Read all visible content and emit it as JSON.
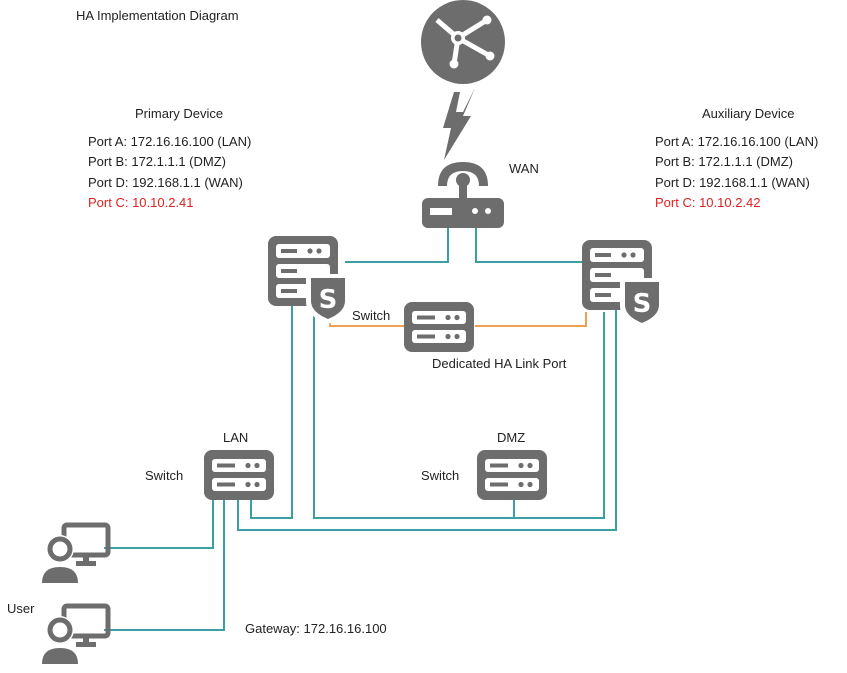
{
  "title": "HA Implementation Diagram",
  "primary": {
    "heading": "Primary Device",
    "ports": [
      "Port A: 172.16.16.100 (LAN)",
      "Port B: 172.1.1.1 (DMZ)",
      "Port D: 192.168.1.1 (WAN)"
    ],
    "ha_port": "Port C: 10.10.2.41"
  },
  "auxiliary": {
    "heading": "Auxiliary Device",
    "ports": [
      "Port A: 172.16.16.100 (LAN)",
      "Port B: 172.1.1.1 (DMZ)",
      "Port D: 192.168.1.1 (WAN)"
    ],
    "ha_port": "Port C: 10.10.2.42"
  },
  "labels": {
    "wan": "WAN",
    "ha_switch": "Switch",
    "ha_link": "Dedicated HA Link Port",
    "lan": "LAN",
    "lan_switch": "Switch",
    "dmz": "DMZ",
    "dmz_switch": "Switch",
    "user": "User",
    "gateway": "Gateway: 172.16.16.100"
  },
  "colors": {
    "icon": "#6d6d6d",
    "link": "#3aa0a4",
    "ha_link": "#f0a050",
    "highlight_text": "#e02020"
  }
}
